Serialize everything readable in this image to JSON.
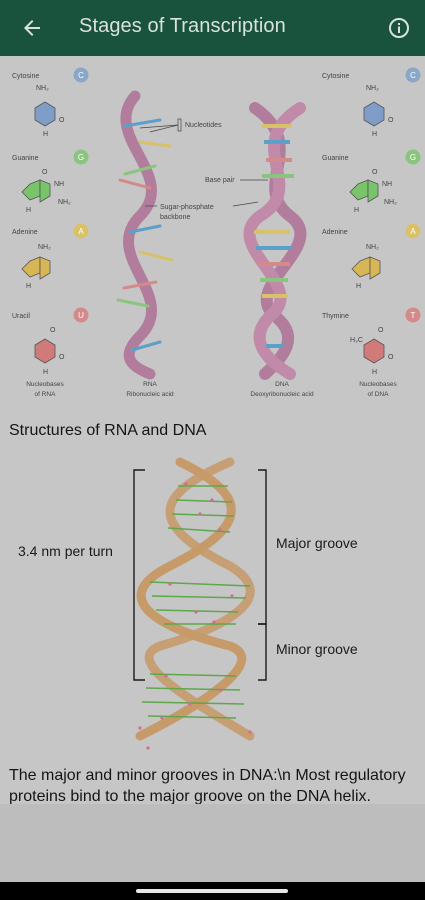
{
  "appbar": {
    "title": "Stages of Transcription",
    "back_icon": "arrow-left-icon",
    "info_icon": "info-circle-icon"
  },
  "figure1": {
    "left_bases": [
      {
        "name": "Cytosine",
        "letter": "C",
        "color": "#8aa6c8"
      },
      {
        "name": "Guanine",
        "letter": "G",
        "color": "#8bc47e"
      },
      {
        "name": "Adenine",
        "letter": "A",
        "color": "#d9c169"
      },
      {
        "name": "Uracil",
        "letter": "U",
        "color": "#d58a8a"
      }
    ],
    "right_bases": [
      {
        "name": "Cytosine",
        "letter": "C",
        "color": "#8aa6c8"
      },
      {
        "name": "Guanine",
        "letter": "G",
        "color": "#8bc47e"
      },
      {
        "name": "Adenine",
        "letter": "A",
        "color": "#d9c169"
      },
      {
        "name": "Thymine",
        "letter": "T",
        "color": "#d58a8a"
      }
    ],
    "annotations": {
      "nucleotides": "Nucleotides",
      "base_pair": "Base pair",
      "backbone_1": "Sugar-phosphate",
      "backbone_2": "backbone"
    },
    "bottom_labels": {
      "rna_bases_1": "Nucleobases",
      "rna_bases_2": "of RNA",
      "rna_1": "RNA",
      "rna_2": "Ribonucleic acid",
      "dna_1": "DNA",
      "dna_2": "Deoxyribonucleic acid",
      "dna_bases_1": "Nucleobases",
      "dna_bases_2": "of DNA"
    },
    "chem": {
      "nh2": "NH₂",
      "n": "N",
      "h": "H",
      "o": "O",
      "nh": "NH",
      "h3c": "H₃C"
    }
  },
  "caption1": "Structures of RNA and DNA",
  "figure2": {
    "per_turn": "3.4 nm per turn",
    "major": "Major groove",
    "minor": "Minor groove"
  },
  "paragraph": "The major and minor grooves in DNA:\\n Most regulatory proteins bind to the major groove on the DNA helix."
}
